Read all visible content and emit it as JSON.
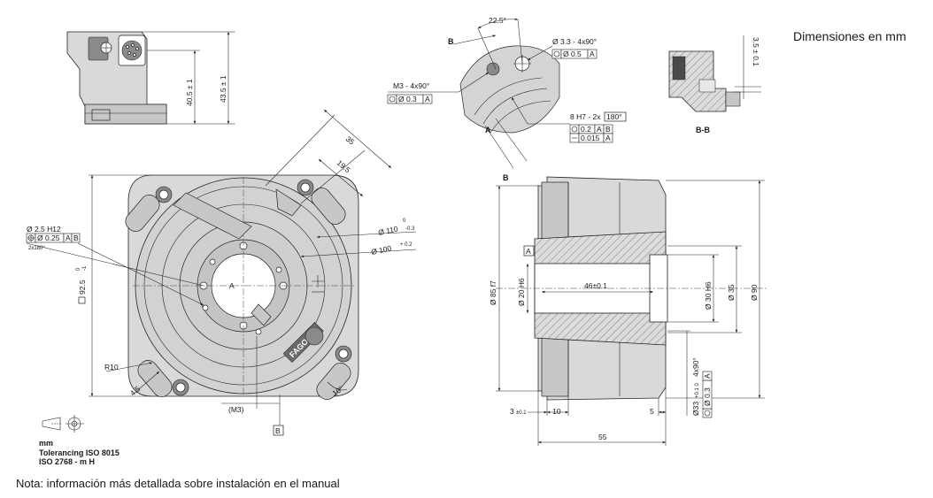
{
  "notes": {
    "units": "Dimensiones en mm",
    "footer": "Nota: información más detallada sobre instalación en el manual",
    "tolerance_unit": "mm",
    "tolerance_line1": "Tolerancing ISO 8015",
    "tolerance_line2": "ISO 2768 - m H"
  },
  "side_view": {
    "dim_height_inner": "40.5 ± 1",
    "dim_height_outer": "43.5 ± 1"
  },
  "front_view": {
    "dim_35": "35",
    "dim_19_5": "19.5",
    "dim_110": "Ø 110",
    "dim_110_tol_upper": "0",
    "dim_110_tol_lower": "-0.3",
    "dim_100": "Ø 100",
    "dim_100_tol": "+ 0.2",
    "dim_92_5": "92.5",
    "dim_92_5_tol_upper": "0",
    "dim_92_5_tol_lower": "-1",
    "hole_label": "Ø 2.5 H12",
    "hole_fcf_value": "Ø 0.25",
    "hole_fcf_datum1": "A",
    "hole_fcf_datum2": "B",
    "hole_count": "2x180°",
    "dim_r10": "R10",
    "dim_4_5": "4.5",
    "dim_10deg": "10°",
    "dim_m3": "(M3)",
    "datum_a": "A",
    "datum_b": "B",
    "brand": "FAGOR"
  },
  "detail_view": {
    "angle": "22.5°",
    "label_b": "B",
    "label_a": "A",
    "hole_label": "Ø 3.3 - 4x90°",
    "hole_fcf_value": "Ø 0.5",
    "hole_fcf_datum": "A",
    "thread_label": "M3 - 4x90°",
    "thread_fcf_value": "Ø 0.3",
    "thread_fcf_datum": "A",
    "slot_label": "8 H7 - 2x",
    "slot_angle": "180°",
    "slot_fcf1_value": "0.2",
    "slot_fcf1_datum1": "A",
    "slot_fcf1_datum2": "B",
    "slot_fcf2_value": "0.015",
    "slot_fcf2_datum": "A"
  },
  "section_bb": {
    "title": "B-B",
    "dim": "3.5 ± 0.1"
  },
  "section_view": {
    "label_b": "B",
    "datum_a": "A",
    "dim_85": "Ø 85 f7",
    "dim_20": "Ø 20 H6",
    "dim_46": "46±0.1",
    "dim_30": "Ø 30 H6",
    "dim_35": "Ø 35",
    "dim_90": "Ø 90",
    "dim_33": "Ø33",
    "dim_33_tol": "+0.1 0",
    "dim_33_count": "4x90°",
    "fcf_value": "Ø 0.3",
    "fcf_datum": "A",
    "dim_3": "3",
    "dim_3_tol": "±0.1",
    "dim_10": "10",
    "dim_5": "5",
    "dim_55": "55"
  }
}
